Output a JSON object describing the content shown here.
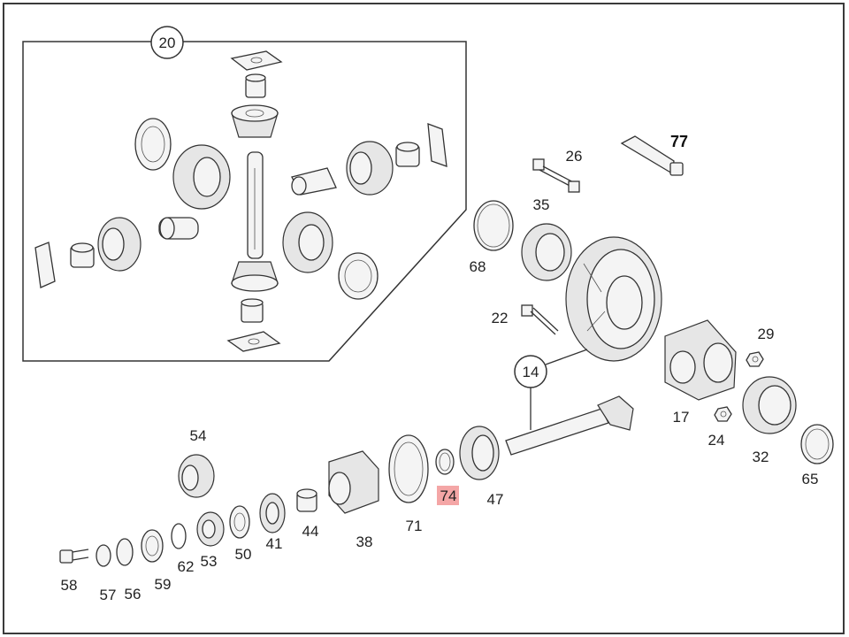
{
  "labels": {
    "p20": "20",
    "p77": "77",
    "p26": "26",
    "p35": "35",
    "p68": "68",
    "p22": "22",
    "p14": "14",
    "p29": "29",
    "p17": "17",
    "p24": "24",
    "p32": "32",
    "p65": "65",
    "p54": "54",
    "p47": "47",
    "p74": "74",
    "p71": "71",
    "p38": "38",
    "p44": "44",
    "p41": "41",
    "p50": "50",
    "p53": "53",
    "p62": "62",
    "p59": "59",
    "p56": "56",
    "p57": "57",
    "p58": "58"
  },
  "highlight": {
    "part": "74",
    "color": "#f4a6a6"
  },
  "colors": {
    "line": "#333333",
    "frame": "#3a3a3a",
    "background": "#ffffff"
  }
}
